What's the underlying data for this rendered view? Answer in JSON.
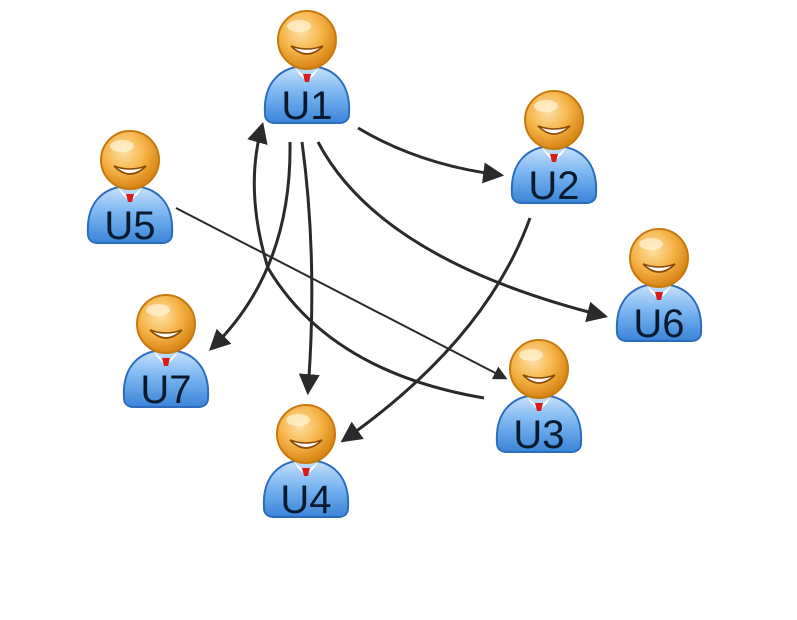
{
  "colors": {
    "edge": "#2a2a2a",
    "head": "#f2a531",
    "body": "#4f97e3",
    "tie": "#d81c1c",
    "background": "#ffffff"
  },
  "icon": "user-avatar-icon",
  "nodes": [
    {
      "id": "u1",
      "label": "U1"
    },
    {
      "id": "u2",
      "label": "U2"
    },
    {
      "id": "u3",
      "label": "U3"
    },
    {
      "id": "u4",
      "label": "U4"
    },
    {
      "id": "u5",
      "label": "U5"
    },
    {
      "id": "u6",
      "label": "U6"
    },
    {
      "id": "u7",
      "label": "U7"
    }
  ],
  "edges": [
    {
      "from": "U1",
      "to": "U2"
    },
    {
      "from": "U1",
      "to": "U6"
    },
    {
      "from": "U1",
      "to": "U7"
    },
    {
      "from": "U1",
      "to": "U4"
    },
    {
      "from": "U2",
      "to": "U4"
    },
    {
      "from": "U3",
      "to": "U1"
    },
    {
      "from": "U5",
      "to": "U3"
    }
  ]
}
